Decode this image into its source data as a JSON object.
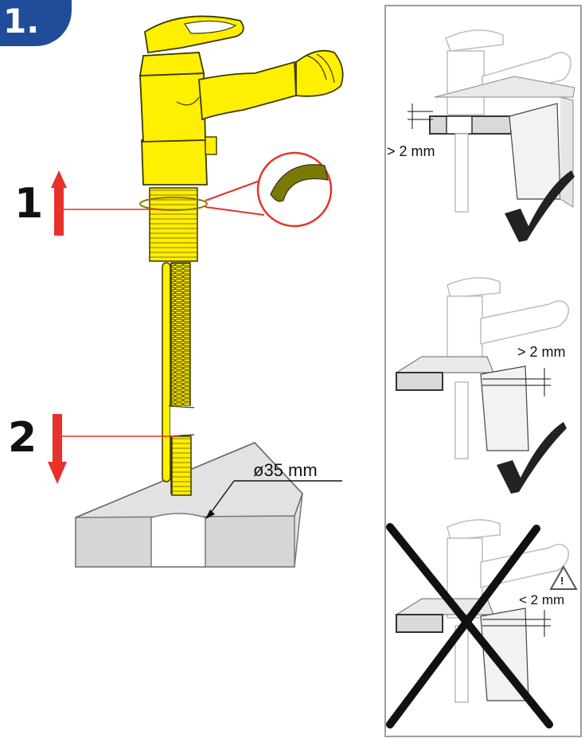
{
  "step": {
    "badge": "1."
  },
  "callouts": {
    "lift": "1",
    "push": "2"
  },
  "dimensions": {
    "hole_diameter": "ø35 mm",
    "panel1_gap": "> 2 mm",
    "panel2_gap": "> 2 mm",
    "panel3_gap": "< 2 mm",
    "warning_symbol": "!"
  },
  "colors": {
    "faucet": "#ffef00",
    "faucet_outline": "#3a3a00",
    "arrow_red": "#e8312a",
    "badge_blue": "#1f4d99",
    "counter_gray": "#dcdcdc",
    "ghost_gray": "#bdbdbd",
    "ok_check": "#222222",
    "cross": "#111111"
  },
  "icons": [
    "check-mark-icon",
    "cross-mark-icon",
    "warning-triangle-icon",
    "up-arrow-icon",
    "down-arrow-icon",
    "o-ring-zoom-icon"
  ]
}
